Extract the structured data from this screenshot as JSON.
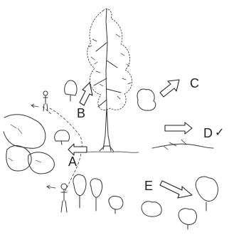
{
  "labels": {
    "a": "A",
    "b": "B",
    "c": "C",
    "d": "D",
    "e": "E"
  },
  "icons": {
    "checkmark": "✓"
  },
  "colors": {
    "ink": "#222222",
    "arrow_fill": "#ffffff"
  }
}
